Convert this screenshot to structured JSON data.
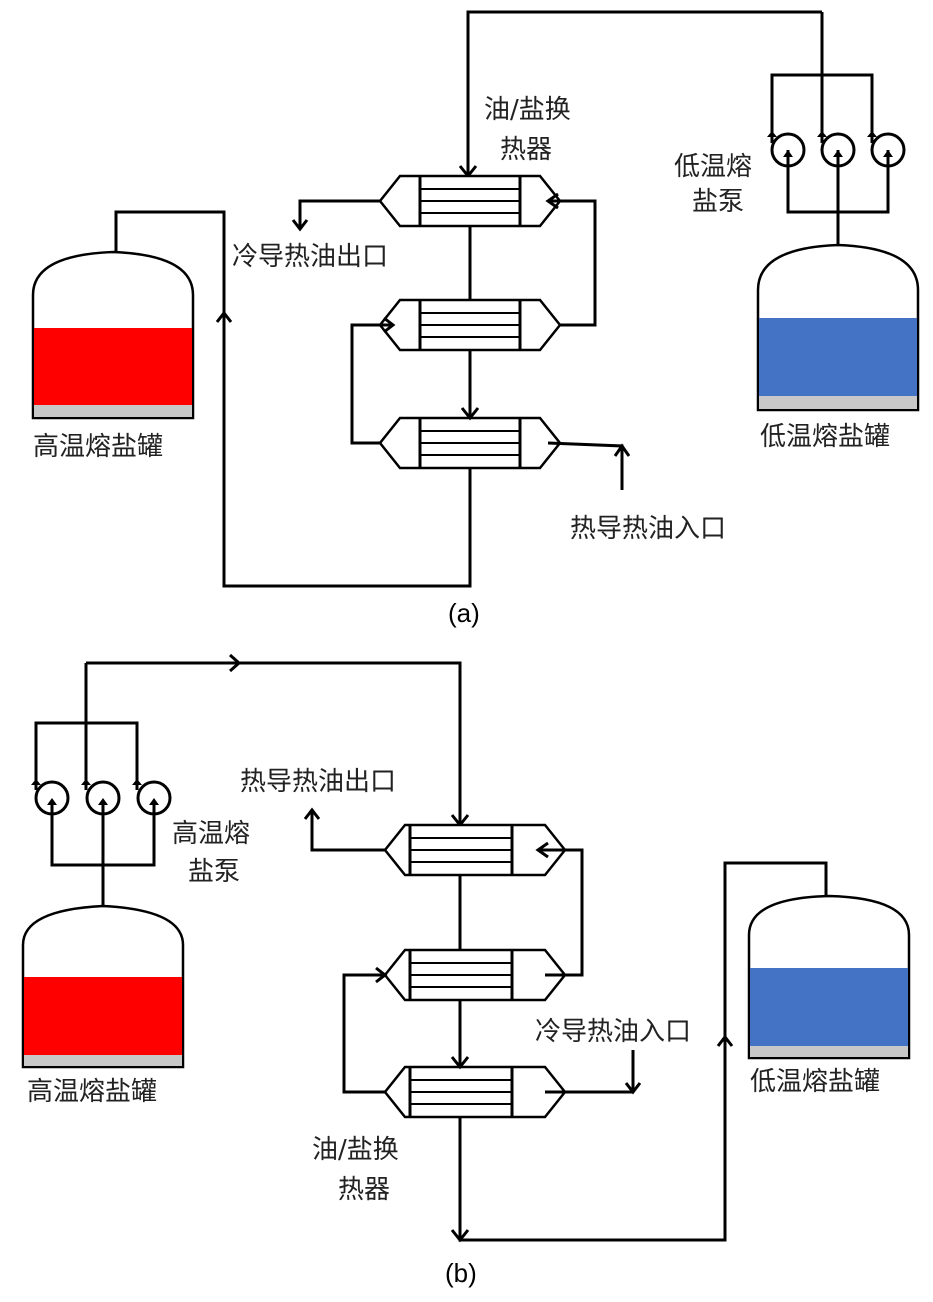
{
  "colors": {
    "hot_salt": "#ff0000",
    "cold_salt": "#4472c4",
    "sediment": "#c8c8c8",
    "line": "#000000"
  },
  "panel_a": {
    "caption": "(a)",
    "hot_tank_label": "高温熔盐罐",
    "cold_tank_label": "低温熔盐罐",
    "pump_label_line1": "低温熔",
    "pump_label_line2": "盐泵",
    "hx_label_line1": "油/盐换",
    "hx_label_line2": "热器",
    "oil_outlet_label": "冷导热油出口",
    "oil_inlet_label": "热导热油入口",
    "hot_tank_fill_fraction": 0.5,
    "cold_tank_fill_fraction": 0.5
  },
  "panel_b": {
    "caption": "(b)",
    "hot_tank_label": "高温熔盐罐",
    "cold_tank_label": "低温熔盐罐",
    "pump_label_line1": "高温熔",
    "pump_label_line2": "盐泵",
    "hx_label_line1": "油/盐换",
    "hx_label_line2": "热器",
    "oil_outlet_label": "热导热油出口",
    "oil_inlet_label": "冷导热油入口",
    "hot_tank_fill_fraction": 0.5,
    "cold_tank_fill_fraction": 0.5
  }
}
